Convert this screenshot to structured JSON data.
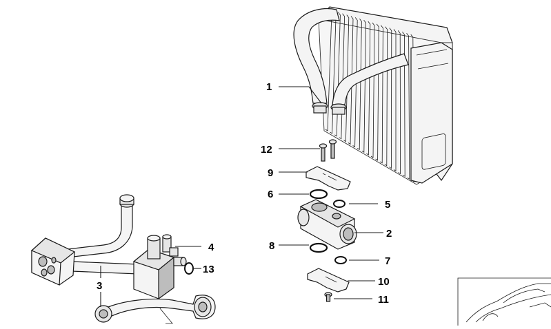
{
  "callouts": [
    {
      "id": "1",
      "text": "1"
    },
    {
      "id": "2",
      "text": "2"
    },
    {
      "id": "3",
      "text": "3"
    },
    {
      "id": "4",
      "text": "4"
    },
    {
      "id": "5",
      "text": "5"
    },
    {
      "id": "6",
      "text": "6"
    },
    {
      "id": "7",
      "text": "7"
    },
    {
      "id": "8",
      "text": "8"
    },
    {
      "id": "9",
      "text": "9"
    },
    {
      "id": "10",
      "text": "10"
    },
    {
      "id": "11",
      "text": "11"
    },
    {
      "id": "12",
      "text": "12"
    },
    {
      "id": "13",
      "text": "13"
    }
  ],
  "parts": {
    "evaporator": "evaporator",
    "expansion_valve": "expansion-valve",
    "pipe_assembly": "pipe-assembly",
    "pressure_switch": "pressure-switch",
    "vehicle_thumbnail": "car-silhouette"
  }
}
